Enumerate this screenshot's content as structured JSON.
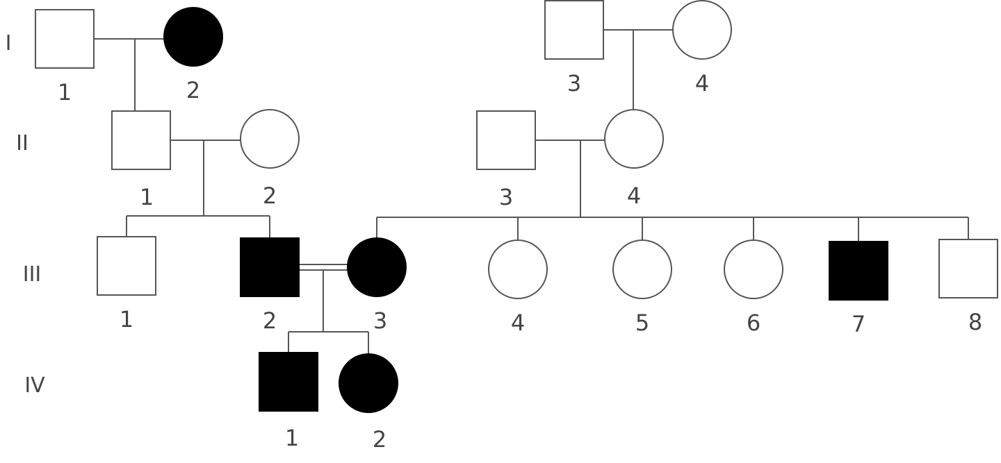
{
  "pedigree": {
    "generations": [
      "I",
      "II",
      "III",
      "IV"
    ],
    "individuals": [
      {
        "gen": "I",
        "num": "1",
        "sex": "male",
        "affected": false
      },
      {
        "gen": "I",
        "num": "2",
        "sex": "female",
        "affected": true
      },
      {
        "gen": "I",
        "num": "3",
        "sex": "male",
        "affected": false
      },
      {
        "gen": "I",
        "num": "4",
        "sex": "female",
        "affected": false
      },
      {
        "gen": "II",
        "num": "1",
        "sex": "male",
        "affected": false
      },
      {
        "gen": "II",
        "num": "2",
        "sex": "female",
        "affected": false
      },
      {
        "gen": "II",
        "num": "3",
        "sex": "male",
        "affected": false
      },
      {
        "gen": "II",
        "num": "4",
        "sex": "female",
        "affected": false
      },
      {
        "gen": "III",
        "num": "1",
        "sex": "male",
        "affected": false
      },
      {
        "gen": "III",
        "num": "2",
        "sex": "male",
        "affected": true
      },
      {
        "gen": "III",
        "num": "3",
        "sex": "female",
        "affected": true
      },
      {
        "gen": "III",
        "num": "4",
        "sex": "female",
        "affected": false
      },
      {
        "gen": "III",
        "num": "5",
        "sex": "female",
        "affected": false
      },
      {
        "gen": "III",
        "num": "6",
        "sex": "female",
        "affected": false
      },
      {
        "gen": "III",
        "num": "7",
        "sex": "male",
        "affected": true
      },
      {
        "gen": "III",
        "num": "8",
        "sex": "male",
        "affected": false
      },
      {
        "gen": "IV",
        "num": "1",
        "sex": "male",
        "affected": true
      },
      {
        "gen": "IV",
        "num": "2",
        "sex": "female",
        "affected": true
      }
    ],
    "matings": [
      {
        "partners": [
          "I-1",
          "I-2"
        ],
        "consanguineous": false,
        "children": [
          "II-1"
        ]
      },
      {
        "partners": [
          "I-3",
          "I-4"
        ],
        "consanguineous": false,
        "children": [
          "II-4"
        ]
      },
      {
        "partners": [
          "II-1",
          "II-2"
        ],
        "consanguineous": false,
        "children": [
          "III-1",
          "III-2"
        ]
      },
      {
        "partners": [
          "II-3",
          "II-4"
        ],
        "consanguineous": false,
        "children": [
          "III-3",
          "III-4",
          "III-5",
          "III-6",
          "III-7",
          "III-8"
        ]
      },
      {
        "partners": [
          "III-2",
          "III-3"
        ],
        "consanguineous": true,
        "children": [
          "IV-1",
          "IV-2"
        ]
      }
    ]
  }
}
